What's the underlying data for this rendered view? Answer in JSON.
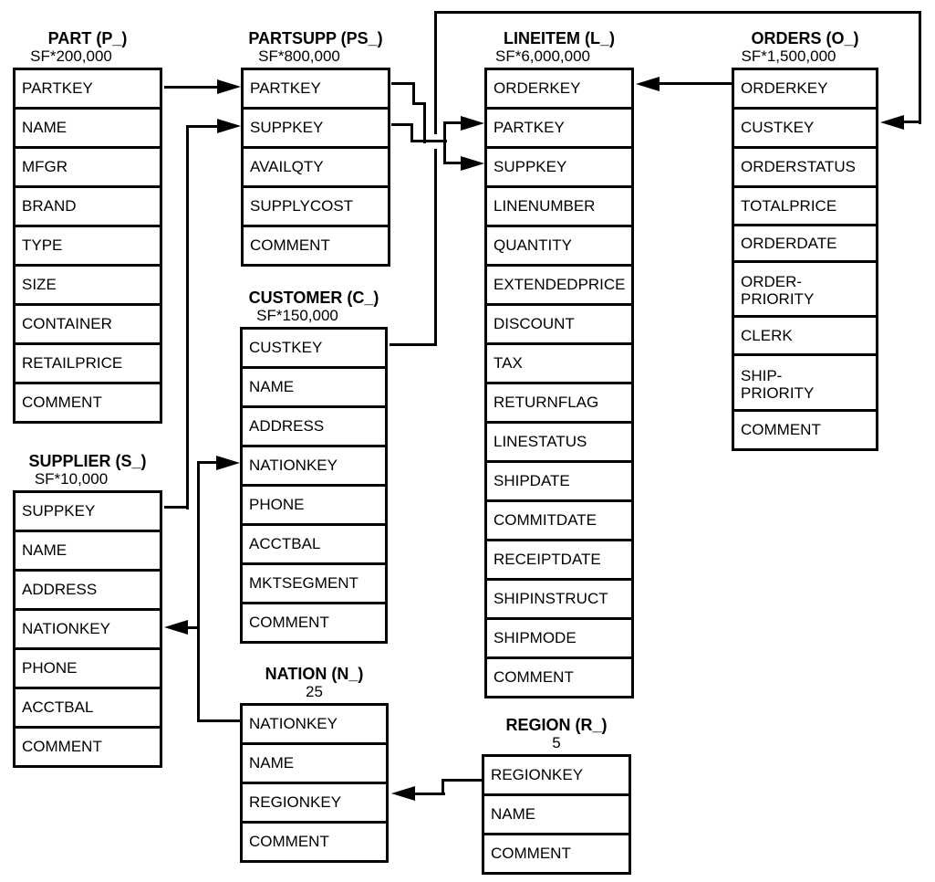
{
  "tables": [
    {
      "id": "part",
      "title": "PART (P_)",
      "cardinality": "SF*200,000",
      "columns": [
        "PARTKEY",
        "NAME",
        "MFGR",
        "BRAND",
        "TYPE",
        "SIZE",
        "CONTAINER",
        "RETAILPRICE",
        "COMMENT"
      ]
    },
    {
      "id": "partsupp",
      "title": "PARTSUPP (PS_)",
      "cardinality": "SF*800,000",
      "columns": [
        "PARTKEY",
        "SUPPKEY",
        "AVAILQTY",
        "SUPPLYCOST",
        "COMMENT"
      ]
    },
    {
      "id": "lineitem",
      "title": "LINEITEM (L_)",
      "cardinality": "SF*6,000,000",
      "columns": [
        "ORDERKEY",
        "PARTKEY",
        "SUPPKEY",
        "LINENUMBER",
        "QUANTITY",
        "EXTENDEDPRICE",
        "DISCOUNT",
        "TAX",
        "RETURNFLAG",
        "LINESTATUS",
        "SHIPDATE",
        "COMMITDATE",
        "RECEIPTDATE",
        "SHIPINSTRUCT",
        "SHIPMODE",
        "COMMENT"
      ]
    },
    {
      "id": "orders",
      "title": "ORDERS (O_)",
      "cardinality": "SF*1,500,000",
      "columns": [
        "ORDERKEY",
        "CUSTKEY",
        "ORDERSTATUS",
        "TOTALPRICE",
        "ORDERDATE",
        "ORDER-PRIORITY",
        "CLERK",
        "SHIP-PRIORITY",
        "COMMENT"
      ]
    },
    {
      "id": "customer",
      "title": "CUSTOMER (C_)",
      "cardinality": "SF*150,000",
      "columns": [
        "CUSTKEY",
        "NAME",
        "ADDRESS",
        "NATIONKEY",
        "PHONE",
        "ACCTBAL",
        "MKTSEGMENT",
        "COMMENT"
      ]
    },
    {
      "id": "supplier",
      "title": "SUPPLIER (S_)",
      "cardinality": "SF*10,000",
      "columns": [
        "SUPPKEY",
        "NAME",
        "ADDRESS",
        "NATIONKEY",
        "PHONE",
        "ACCTBAL",
        "COMMENT"
      ]
    },
    {
      "id": "nation",
      "title": "NATION (N_)",
      "cardinality": "25",
      "columns": [
        "NATIONKEY",
        "NAME",
        "REGIONKEY",
        "COMMENT"
      ]
    },
    {
      "id": "region",
      "title": "REGION (R_)",
      "cardinality": "5",
      "columns": [
        "REGIONKEY",
        "NAME",
        "COMMENT"
      ]
    }
  ],
  "relationships": [
    {
      "from": "PART.PARTKEY",
      "to": "PARTSUPP.PARTKEY"
    },
    {
      "from": "SUPPLIER.SUPPKEY",
      "to": "PARTSUPP.SUPPKEY"
    },
    {
      "from": "PARTSUPP.PARTKEY",
      "to": "LINEITEM.PARTKEY"
    },
    {
      "from": "PARTSUPP.SUPPKEY",
      "to": "LINEITEM.SUPPKEY"
    },
    {
      "from": "ORDERS.ORDERKEY",
      "to": "LINEITEM.ORDERKEY"
    },
    {
      "from": "CUSTOMER.CUSTKEY",
      "to": "ORDERS.CUSTKEY"
    },
    {
      "from": "NATION.NATIONKEY",
      "to": "CUSTOMER.NATIONKEY"
    },
    {
      "from": "NATION.NATIONKEY",
      "to": "SUPPLIER.NATIONKEY"
    },
    {
      "from": "REGION.REGIONKEY",
      "to": "NATION.REGIONKEY"
    }
  ],
  "colors": {
    "line": "#000000",
    "background": "#ffffff",
    "text": "#000000"
  }
}
